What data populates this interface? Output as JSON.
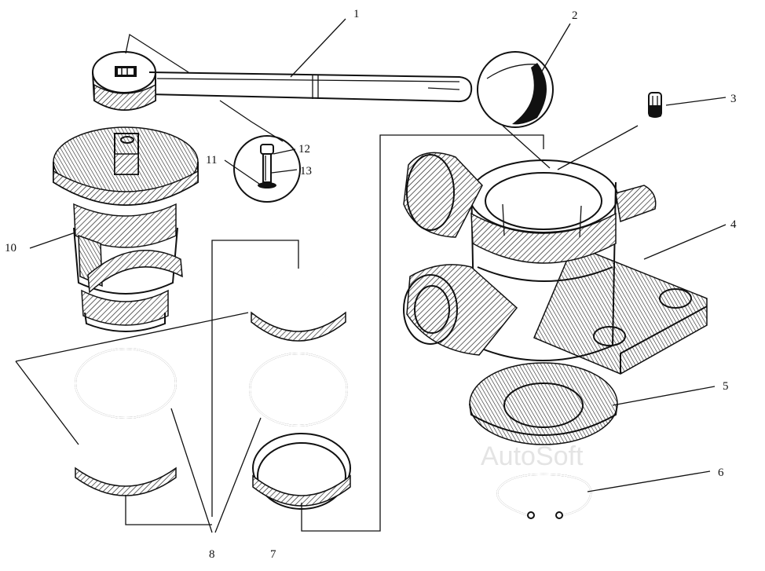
{
  "callouts": {
    "c1": "1",
    "c2": "2",
    "c3": "3",
    "c4": "4",
    "c5": "5",
    "c6": "6",
    "c7": "7",
    "c8": "8",
    "c10": "10",
    "c11": "11",
    "c12": "12",
    "c13": "13"
  },
  "watermark": "AutoSoft",
  "colors": {
    "ink": "#111111",
    "paper": "#ffffff",
    "watermark": "#e4e4e4"
  }
}
